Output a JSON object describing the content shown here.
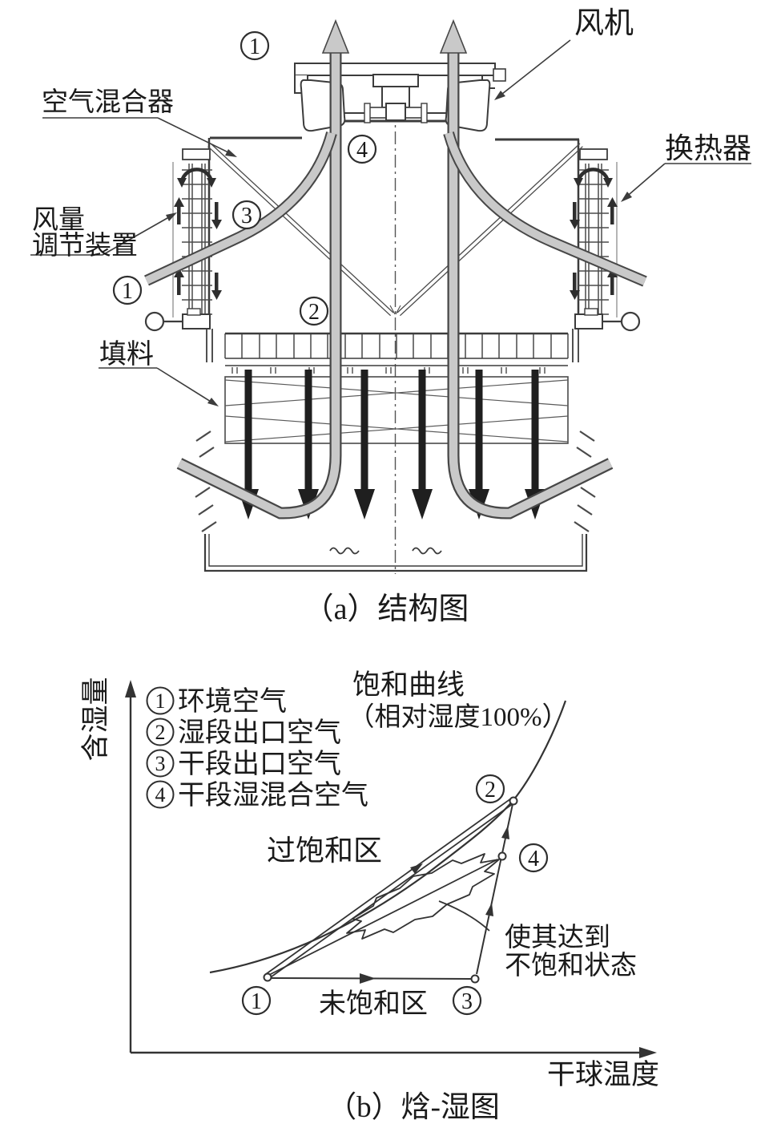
{
  "part_a": {
    "caption": "（a）结构图",
    "labels": {
      "fan": "风机",
      "air_mixer": "空气混合器",
      "heat_exchanger": "换热器",
      "air_regulator_line1": "风量",
      "air_regulator_line2": "调节装置",
      "packing": "填料"
    },
    "markers": {
      "top_outlet": "1",
      "mixed_air": "4",
      "dry_section": "3",
      "wet_section": "2",
      "inlet_air": "1"
    }
  },
  "part_b": {
    "caption": "（b）焓-湿图",
    "axes": {
      "y": "含湿量",
      "x": "干球温度"
    },
    "legend": [
      {
        "num": "1",
        "label": "环境空气"
      },
      {
        "num": "2",
        "label": "湿段出口空气"
      },
      {
        "num": "3",
        "label": "干段出口空气"
      },
      {
        "num": "4",
        "label": "干段湿混合空气"
      }
    ],
    "annotations": {
      "saturation_line1": "饱和曲线",
      "saturation_line2": "（相对湿度100%）",
      "supersaturated": "过饱和区",
      "unsaturated": "未饱和区",
      "note_line1": "使其达到",
      "note_line2": "不饱和状态"
    },
    "points": {
      "p1": "1",
      "p2": "2",
      "p3": "3",
      "p4": "4"
    }
  },
  "colors": {
    "duct_fill": "#c9c9c9",
    "line": "#3c3c3c",
    "arrow_black": "#1f1f1f"
  }
}
